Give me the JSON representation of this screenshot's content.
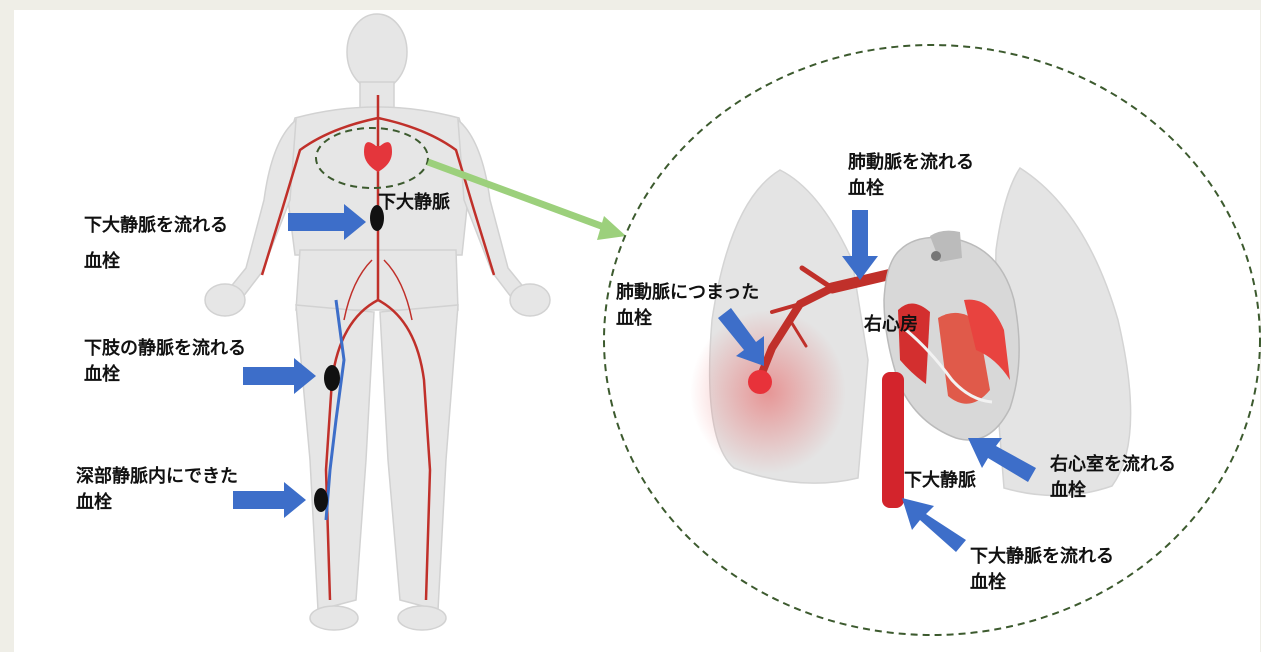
{
  "left": {
    "ivc_label": "下大静脈",
    "callouts": [
      {
        "line1": "下大静脈を流れる",
        "line2": "血栓"
      },
      {
        "line1": "下肢の静脈を流れる",
        "line2": "血栓"
      },
      {
        "line1": "深部静脈内にできた",
        "line2": "血栓"
      }
    ]
  },
  "right": {
    "labels": {
      "pulmonary_flow_l1": "肺動脈を流れる",
      "pulmonary_flow_l2": "血栓",
      "pulmonary_stuck_l1": "肺動脈につまった",
      "pulmonary_stuck_l2": "血栓",
      "right_atrium": "右心房",
      "ivc": "下大静脈",
      "ventricle_l1": "右心室を流れる",
      "ventricle_l2": "血栓",
      "ivc_flow_l1": "下大静脈を流れる",
      "ivc_flow_l2": "血栓"
    }
  },
  "colors": {
    "arrow": "#3d6ec9",
    "vessel": "#c0302a",
    "body": "#e4e4e4",
    "zoom_circle": "#3c5a2e",
    "connector": "#9cd07c",
    "clot": "#111111",
    "infarct": "#e85555"
  }
}
